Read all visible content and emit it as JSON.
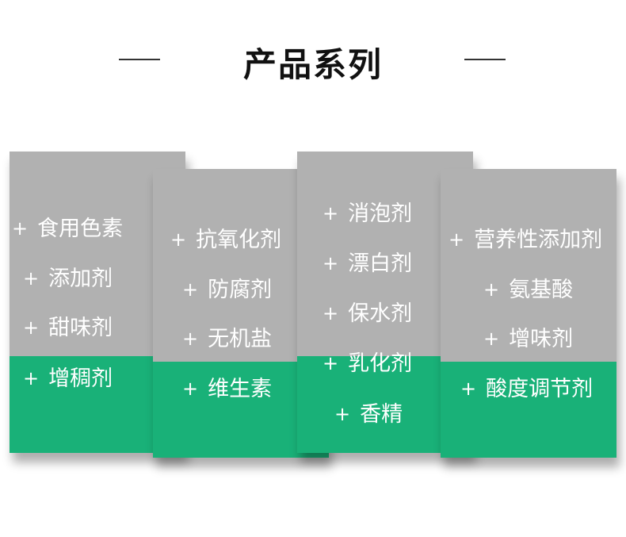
{
  "title": "产品系列",
  "columns": [
    {
      "items": [
        "食用色素",
        "添加剂",
        "甜味剂",
        "增稠剂"
      ]
    },
    {
      "items": [
        "抗氧化剂",
        "防腐剂",
        "无机盐",
        "维生素"
      ]
    },
    {
      "items": [
        "消泡剂",
        "漂白剂",
        "保水剂",
        "乳化剂",
        "香精"
      ]
    },
    {
      "items": [
        "营养性添加剂",
        "氨基酸",
        "增味剂",
        "酸度调节剂"
      ]
    }
  ],
  "plus_symbol": "+",
  "colors": {
    "gray": "#b1b1b1",
    "green": "#19b178",
    "text": "#ffffff",
    "title": "#111111"
  }
}
